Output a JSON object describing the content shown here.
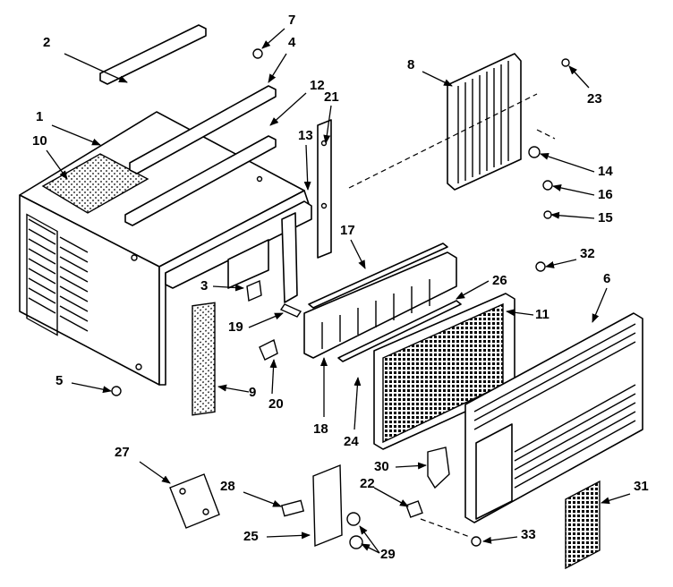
{
  "diagram": {
    "type": "exploded-parts-diagram",
    "callouts": [
      {
        "id": "1",
        "label": "1"
      },
      {
        "id": "2",
        "label": "2"
      },
      {
        "id": "3",
        "label": "3"
      },
      {
        "id": "4",
        "label": "4"
      },
      {
        "id": "5",
        "label": "5"
      },
      {
        "id": "6",
        "label": "6"
      },
      {
        "id": "7",
        "label": "7"
      },
      {
        "id": "8",
        "label": "8"
      },
      {
        "id": "9",
        "label": "9"
      },
      {
        "id": "10",
        "label": "10"
      },
      {
        "id": "11",
        "label": "11"
      },
      {
        "id": "12",
        "label": "12"
      },
      {
        "id": "13",
        "label": "13"
      },
      {
        "id": "14",
        "label": "14"
      },
      {
        "id": "15",
        "label": "15"
      },
      {
        "id": "16",
        "label": "16"
      },
      {
        "id": "17",
        "label": "17"
      },
      {
        "id": "18",
        "label": "18"
      },
      {
        "id": "19",
        "label": "19"
      },
      {
        "id": "20",
        "label": "20"
      },
      {
        "id": "21",
        "label": "21"
      },
      {
        "id": "22",
        "label": "22"
      },
      {
        "id": "23",
        "label": "23"
      },
      {
        "id": "24",
        "label": "24"
      },
      {
        "id": "25",
        "label": "25"
      },
      {
        "id": "26",
        "label": "26"
      },
      {
        "id": "27",
        "label": "27"
      },
      {
        "id": "28",
        "label": "28"
      },
      {
        "id": "29",
        "label": "29"
      },
      {
        "id": "30",
        "label": "30"
      },
      {
        "id": "31",
        "label": "31"
      },
      {
        "id": "32",
        "label": "32"
      },
      {
        "id": "33",
        "label": "33"
      }
    ]
  }
}
